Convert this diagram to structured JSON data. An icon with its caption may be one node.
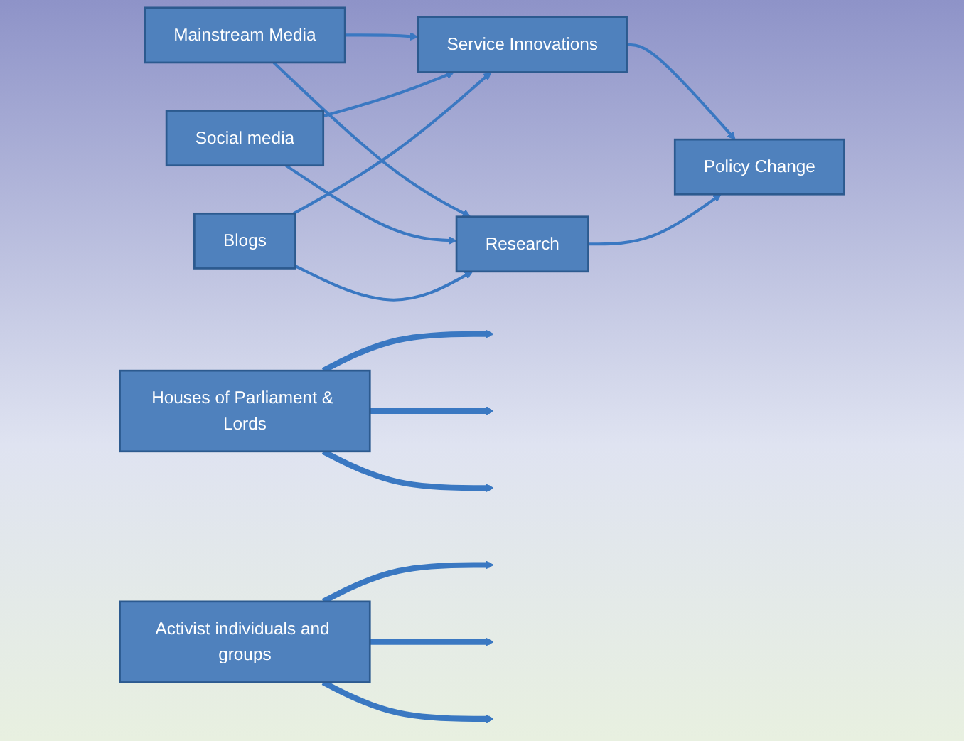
{
  "diagram": {
    "nodes": [
      {
        "text": [
          "Houses of Parliament & Lords"
        ]
      },
      {
        "text": [
          "Mainstream Media"
        ]
      },
      {
        "text": [
          "Social media"
        ]
      },
      {
        "text": [
          "Blogs"
        ]
      },
      {
        "text": [
          "Service Innovations"
        ]
      },
      {
        "text": [
          "Research"
        ]
      },
      {
        "text": [
          "Policy Change"
        ]
      },
      {
        "text": [
          "Activist individuals and groups"
        ]
      }
    ],
    "edges": [
      {
        "from": 0,
        "to": null,
        "arrow": "to",
        "style": "thick"
      },
      {
        "from": 0,
        "to": null,
        "arrow": "to",
        "style": "thick"
      },
      {
        "from": 0,
        "to": null,
        "arrow": "to",
        "style": "thick"
      },
      {
        "from": 1,
        "to": 4,
        "arrow": "to"
      },
      {
        "from": 1,
        "to": 5,
        "arrow": "to"
      },
      {
        "from": 2,
        "to": 4,
        "arrow": "to"
      },
      {
        "from": 2,
        "to": 5,
        "arrow": "to"
      },
      {
        "from": 3,
        "to": 4,
        "arrow": "to"
      },
      {
        "from": 3,
        "to": 5,
        "arrow": "to"
      },
      {
        "from": 4,
        "to": 6,
        "arrow": "to"
      },
      {
        "from": 5,
        "to": 6,
        "arrow": "to"
      },
      {
        "from": 7,
        "to": null,
        "arrow": "to",
        "style": "thick"
      },
      {
        "from": 7,
        "to": null,
        "arrow": "to",
        "style": "thick"
      },
      {
        "from": 7,
        "to": null,
        "arrow": "to",
        "style": "thick"
      }
    ]
  }
}
